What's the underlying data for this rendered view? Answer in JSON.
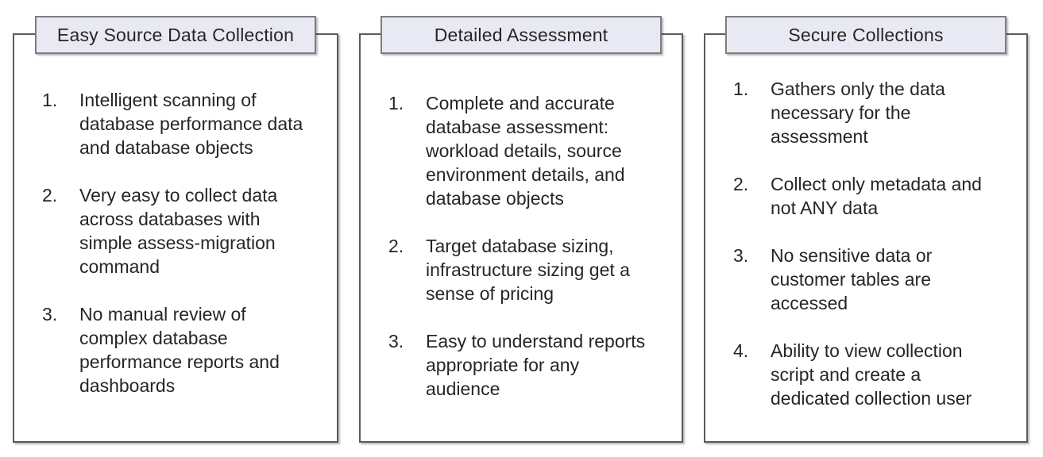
{
  "colors": {
    "background": "#ffffff",
    "panel_border": "#5a5b5e",
    "title_fill": "#e9e9f3",
    "title_border": "#7c7d80",
    "text": "#262626"
  },
  "panels": [
    {
      "title": "Easy Source Data Collection",
      "items": [
        {
          "number": "1.",
          "text": "Intelligent scanning of\ndatabase performance data\nand database objects"
        },
        {
          "number": "2.",
          "text": "Very easy to collect data\nacross databases with\nsimple assess-migration\ncommand"
        },
        {
          "number": "3.",
          "text": "No manual review of\ncomplex database\nperformance reports and\ndashboards"
        }
      ]
    },
    {
      "title": "Detailed Assessment",
      "items": [
        {
          "number": "1.",
          "text": "Complete and accurate\ndatabase assessment:\nworkload details, source\nenvironment details, and\ndatabase objects"
        },
        {
          "number": "2.",
          "text": "Target database sizing,\ninfrastructure sizing get a\nsense of pricing"
        },
        {
          "number": "3.",
          "text": "Easy to understand reports\nappropriate for any\naudience"
        }
      ]
    },
    {
      "title": "Secure Collections",
      "items": [
        {
          "number": "1.",
          "text": "Gathers only the data\nnecessary for the\nassessment"
        },
        {
          "number": "2.",
          "text": "Collect only metadata and\nnot ANY data"
        },
        {
          "number": "3.",
          "text": "No sensitive data or\ncustomer tables are\naccessed"
        },
        {
          "number": "4.",
          "text": "Ability to view collection\nscript and create a\ndedicated collection user"
        }
      ]
    }
  ]
}
